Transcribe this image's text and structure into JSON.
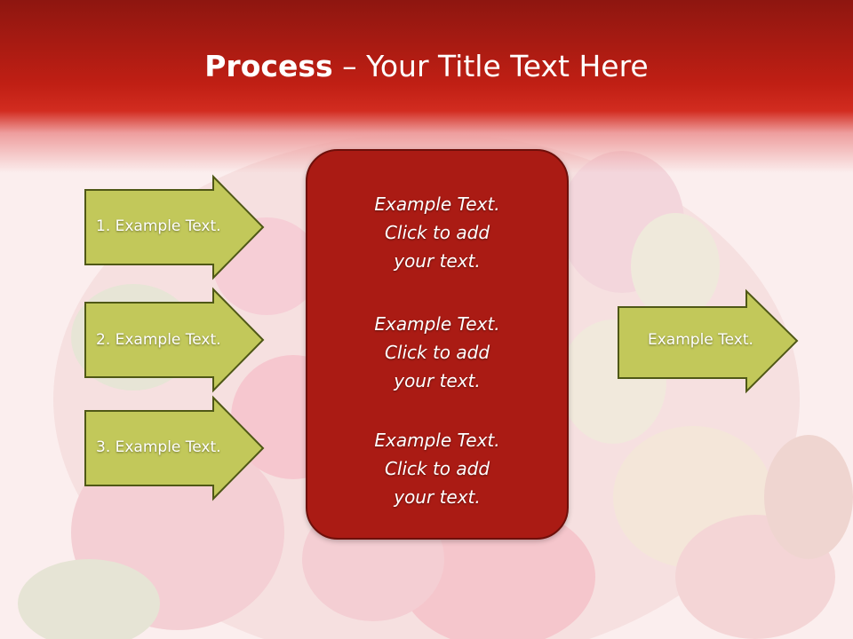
{
  "slide": {
    "title_bold": "Process",
    "title_rest": " – Your Title Text Here"
  },
  "left_arrows": [
    {
      "label": "1. Example Text."
    },
    {
      "label": "2. Example Text."
    },
    {
      "label": "3. Example Text."
    }
  ],
  "center_box": {
    "blocks": [
      {
        "line1": "Example Text.",
        "line2": "Click  to add",
        "line3": "your text."
      },
      {
        "line1": "Example Text.",
        "line2": "Click  to add",
        "line3": "your text."
      },
      {
        "line1": "Example Text.",
        "line2": "Click  to add",
        "line3": "your text."
      }
    ]
  },
  "right_arrow": {
    "label": "Example Text."
  },
  "colors": {
    "header": "#c01f14",
    "center_fill": "#aa1b14",
    "arrow_fill": "#c2c85a",
    "arrow_border": "#4f5816"
  }
}
